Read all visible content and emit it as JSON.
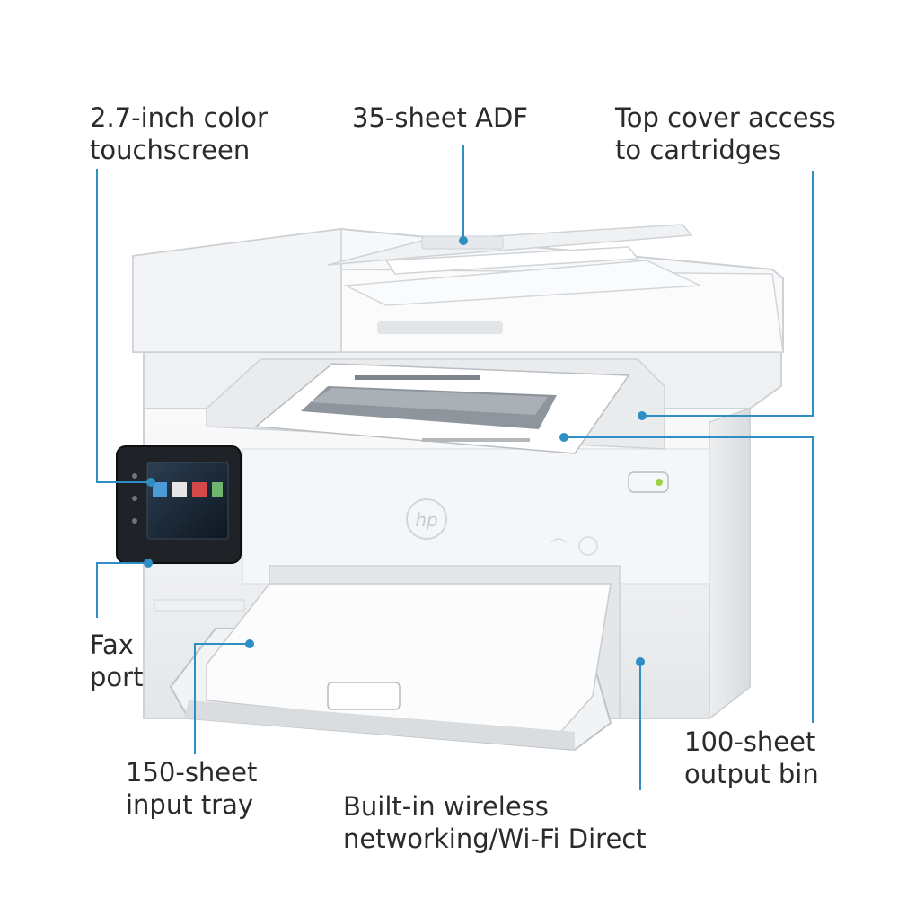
{
  "callouts": {
    "touchscreen": {
      "line1": "2.7-inch color",
      "line2": "touchscreen"
    },
    "adf": {
      "line1": "35-sheet ADF"
    },
    "top_cover": {
      "line1": "Top cover access",
      "line2": "to cartridges"
    },
    "fax_port": {
      "line1": "Fax",
      "line2": "port"
    },
    "input_tray": {
      "line1": "150-sheet",
      "line2": "input tray"
    },
    "wireless": {
      "line1": "Built-in wireless",
      "line2": "networking/Wi-Fi Direct"
    },
    "output_bin": {
      "line1": "100-sheet",
      "line2": "output bin"
    }
  },
  "colors": {
    "leader_line": "#2e8fc4",
    "printer_body": "#f3f4f5",
    "printer_shadow": "#d6d9dc",
    "panel": "#1c1f24",
    "text": "#2b2b2b"
  },
  "icons": {
    "brand": "hp-logo-icon",
    "wifi": "wifi-icon",
    "power": "power-button-icon"
  },
  "printer": {
    "brand_mark": "hp"
  }
}
